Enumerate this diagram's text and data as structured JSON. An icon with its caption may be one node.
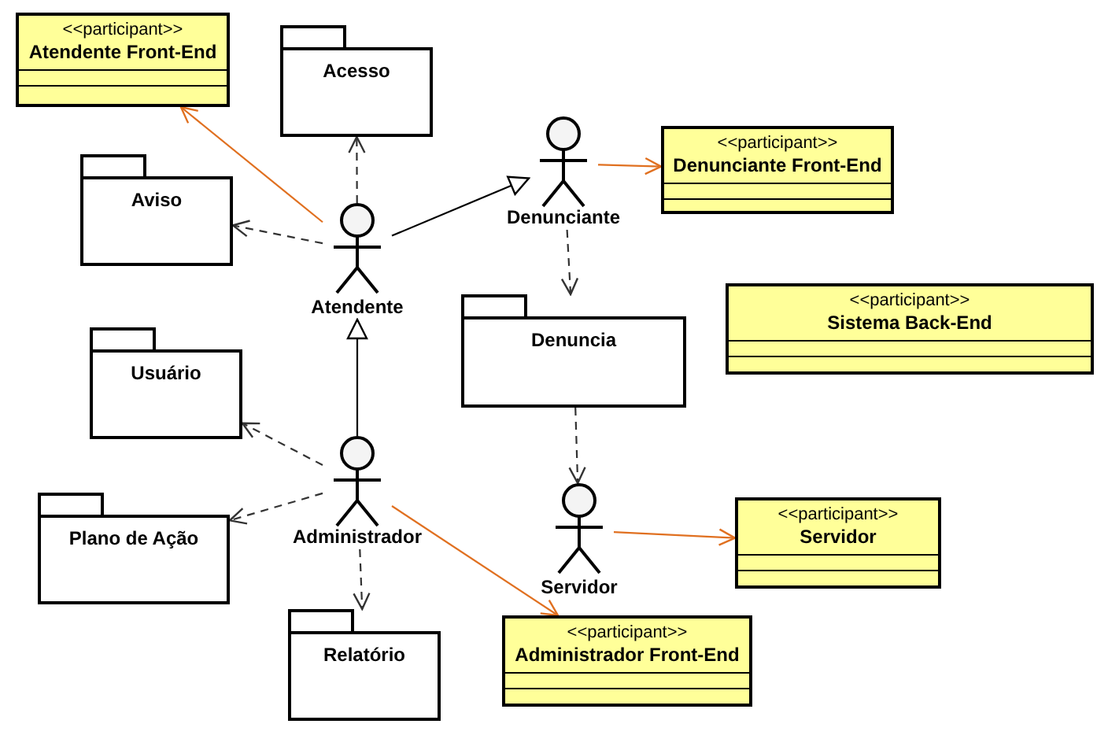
{
  "diagram": {
    "nodes": [
      {
        "text": [
          "<<participant>>",
          "Atendente Front-End"
        ]
      },
      {
        "text": [
          "Acesso"
        ]
      },
      {
        "text": [
          "Aviso"
        ]
      },
      {
        "text": [
          "Denunciante"
        ]
      },
      {
        "text": [
          "<<participant>>",
          "Denunciante Front-End"
        ]
      },
      {
        "text": [
          "Atendente"
        ]
      },
      {
        "text": [
          "<<participant>>",
          "Sistema Back-End"
        ]
      },
      {
        "text": [
          "Denuncia"
        ]
      },
      {
        "text": [
          "Usuário"
        ]
      },
      {
        "text": [
          "Administrador"
        ]
      },
      {
        "text": [
          "Plano de Ação"
        ]
      },
      {
        "text": [
          "Servidor"
        ]
      },
      {
        "text": [
          "<<participant>>",
          "Servidor"
        ]
      },
      {
        "text": [
          "Relatório"
        ]
      },
      {
        "text": [
          "<<participant>>",
          "Administrador Front-End"
        ]
      }
    ],
    "edges": [
      {
        "from": 5,
        "to": 0,
        "arrow": "to",
        "color": "#e07020"
      },
      {
        "from": 5,
        "to": 1,
        "arrow": "to",
        "style": "dashed"
      },
      {
        "from": 5,
        "to": 2,
        "arrow": "to",
        "style": "dashed"
      },
      {
        "from": 5,
        "to": 3,
        "arrow": "to"
      },
      {
        "from": 3,
        "to": 4,
        "arrow": "to",
        "color": "#e07020"
      },
      {
        "from": 3,
        "to": 7,
        "arrow": "to",
        "style": "dashed"
      },
      {
        "from": 9,
        "to": 5,
        "arrow": "to"
      },
      {
        "from": 9,
        "to": 8,
        "arrow": "to",
        "style": "dashed"
      },
      {
        "from": 9,
        "to": 10,
        "arrow": "to",
        "style": "dashed"
      },
      {
        "from": 9,
        "to": 13,
        "arrow": "to",
        "style": "dashed"
      },
      {
        "from": 9,
        "to": 14,
        "arrow": "to",
        "color": "#e07020"
      },
      {
        "from": 7,
        "to": 11,
        "arrow": "to",
        "style": "dashed"
      },
      {
        "from": 11,
        "to": 12,
        "arrow": "to",
        "color": "#e07020"
      }
    ]
  }
}
